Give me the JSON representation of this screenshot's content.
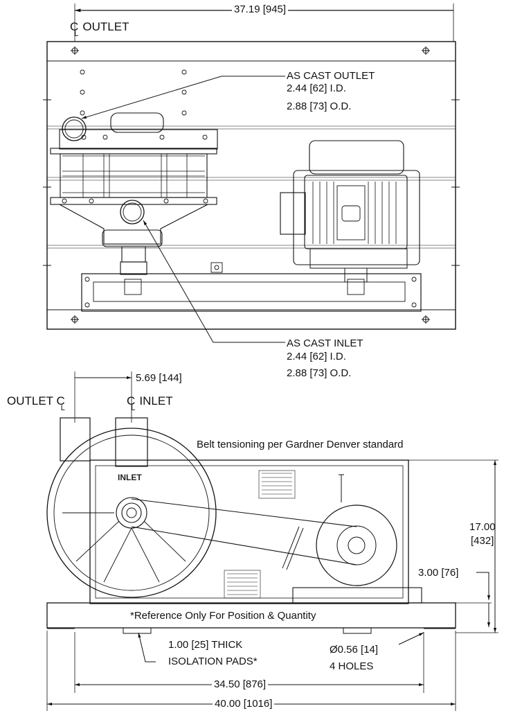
{
  "top_view": {
    "overall_width": "37.19 [945]",
    "outlet_centerline": "OUTLET",
    "outlet_callout": {
      "title": "AS CAST OUTLET",
      "id": "2.44 [62] I.D.",
      "od": "2.88 [73] O.D."
    },
    "inlet_callout": {
      "title": "AS CAST INLET",
      "id": "2.44 [62] I.D.",
      "od": "2.88 [73] O.D."
    }
  },
  "side_view": {
    "centerline_offset": "5.69 [144]",
    "outlet_label": "OUTLET",
    "inlet_label": "INLET",
    "belt_note": "Belt tensioning per Gardner Denver standard",
    "inlet_plate": "INLET",
    "height_value": "17.00",
    "height_metric": "[432]",
    "base_height": "3.00 [76]",
    "reference_note": "*Reference Only For Position & Quantity",
    "pads_line1": "1.00 [25] THICK",
    "pads_line2": "ISOLATION PADS*",
    "holes_line1": "Ø0.56 [14]",
    "holes_line2": "4 HOLES",
    "hole_spacing": "34.50 [876]",
    "overall_length": "40.00 [1016]"
  },
  "centerline_symbol": "C",
  "centerline_sub": "L"
}
